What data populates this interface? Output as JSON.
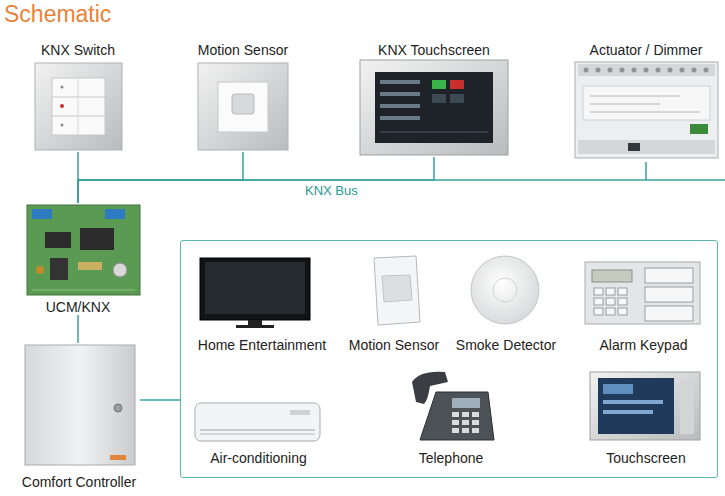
{
  "diagram": {
    "title": "Schematic",
    "nodes": [
      {
        "text": [
          "KNX Switch"
        ]
      },
      {
        "text": [
          "Motion Sensor"
        ]
      },
      {
        "text": [
          "KNX Touchscreen"
        ]
      },
      {
        "text": [
          "Actuator / Dimmer"
        ]
      },
      {
        "text": [
          "UCM/KNX"
        ]
      },
      {
        "text": [
          "Comfort Controller"
        ]
      },
      {
        "text": []
      },
      {
        "text": [
          "Home Entertainment"
        ],
        "in": 6
      },
      {
        "text": [
          "Motion Sensor"
        ],
        "in": 6
      },
      {
        "text": [
          "Smoke Detector"
        ],
        "in": 6
      },
      {
        "text": [
          "Alarm Keypad"
        ],
        "in": 6
      },
      {
        "text": [
          "Air-conditioning"
        ],
        "in": 6
      },
      {
        "text": [
          "Telephone"
        ],
        "in": 6
      },
      {
        "text": [
          "Touchscreen"
        ],
        "in": 6
      }
    ],
    "edges": [
      {
        "from": 4,
        "to": 0,
        "arrow": "none"
      },
      {
        "from": 4,
        "to": 1,
        "arrow": "none"
      },
      {
        "from": 4,
        "to": 2,
        "arrow": "none"
      },
      {
        "from": 4,
        "to": 3,
        "arrow": "none"
      },
      {
        "from": 4,
        "to": 5,
        "arrow": "none"
      },
      {
        "from": 5,
        "to": 6,
        "arrow": "none"
      }
    ],
    "labels": [
      "KNX Bus"
    ]
  }
}
